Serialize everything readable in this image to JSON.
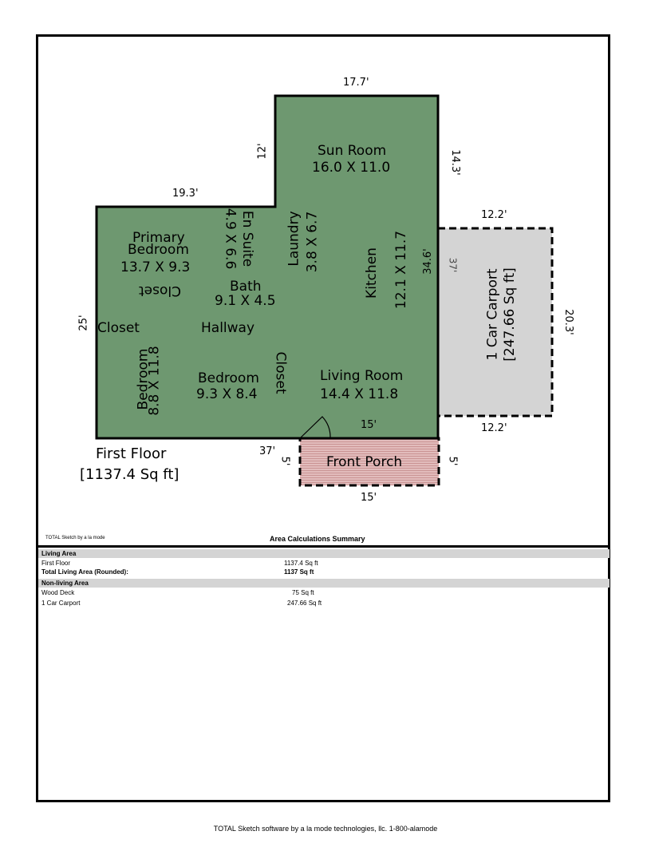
{
  "plan": {
    "floor_label": "First Floor",
    "floor_area": "[1137.4 Sq ft]",
    "rooms": {
      "sun_room": {
        "name": "Sun Room",
        "size": "16.0 X 11.0"
      },
      "primary_bedroom": {
        "name_1": "Primary",
        "name_2": "Bedroom",
        "size": "13.7 X 9.3"
      },
      "primary_closet": "Closet",
      "en_suite": {
        "name": "En Suite",
        "size": "4.9 X 6.6"
      },
      "laundry": {
        "name": "Laundry",
        "size": "3.8 X 6.7"
      },
      "kitchen": {
        "name": "Kitchen",
        "size": "12.1 X 11.7"
      },
      "bath": {
        "name": "Bath",
        "size": "9.1 X 4.5"
      },
      "closet_left": "Closet",
      "hallway": "Hallway",
      "bedroom_left": {
        "name": "Bedroom",
        "size": "8.8 X 11.8"
      },
      "bedroom_mid": {
        "name": "Bedroom",
        "size": "9.3 X 8.4"
      },
      "closet_mid": "Closet",
      "living_room": {
        "name": "Living Room",
        "size": "14.4 X 11.8"
      }
    },
    "carport": {
      "name": "1 Car Carport",
      "area": "[247.66 Sq ft]"
    },
    "porch": {
      "name": "Front Porch"
    },
    "dimensions": {
      "top": "17.7'",
      "sun_left": "12'",
      "sun_right": "14.3'",
      "upper_left": "19.3'",
      "left": "25'",
      "right_main": "34.6'",
      "carport_inner": "37'",
      "carport_top": "12.2'",
      "carport_right": "20.3'",
      "carport_bottom": "12.2'",
      "bottom_main": "37'",
      "porch_top": "15'",
      "porch_left": "5'",
      "porch_right": "5'",
      "porch_bottom": "15'"
    },
    "colors": {
      "living": "#6e9870",
      "carport": "#d4d4d4",
      "porch": "#d4a6a6"
    }
  },
  "summary": {
    "credit": "TOTAL Sketch by a la mode",
    "title": "Area Calculations Summary",
    "living_header": "Living Area",
    "living_rows": [
      {
        "label": "First Floor",
        "value": "1137.4 Sq ft"
      },
      {
        "label": "Total Living Area (Rounded):",
        "value": "1137 Sq ft"
      }
    ],
    "nonliving_header": "Non-living Area",
    "nonliving_rows": [
      {
        "label": "Wood Deck",
        "value": "75 Sq ft"
      },
      {
        "label": "1 Car Carport",
        "value": "247.66 Sq ft"
      }
    ]
  },
  "footer": "TOTAL Sketch software by a la mode technologies, llc. 1-800-alamode"
}
